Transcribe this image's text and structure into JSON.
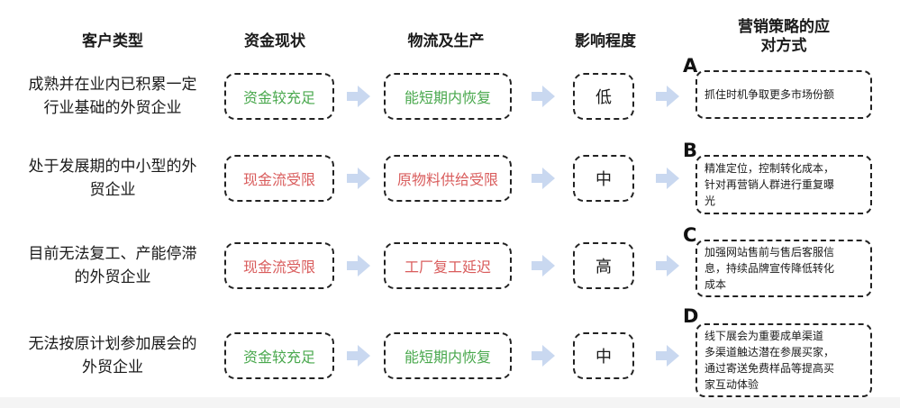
{
  "headers": {
    "customer_type": "客户类型",
    "capital_status": "资金现状",
    "logistics_production": "物流及生产",
    "impact_level": "影响程度",
    "strategy": "营销策略的应\n对方式"
  },
  "rows": [
    {
      "customer_type": "成熟并在业内已积累一定\n行业基础的外贸企业",
      "capital": "资金较充足",
      "capital_tone": "green",
      "logistics": "能短期内恢复",
      "logistics_tone": "green",
      "impact": "低",
      "letter": "A",
      "strategy": "抓住时机争取更多市场份额"
    },
    {
      "customer_type": "处于发展期的中小型的外\n贸企业",
      "capital": "现金流受限",
      "capital_tone": "red",
      "logistics": "原物料供给受限",
      "logistics_tone": "red",
      "impact": "中",
      "letter": "B",
      "strategy": "精准定位，控制转化成本，\n针对再营销人群进行重复曝\n光"
    },
    {
      "customer_type": "目前无法复工、产能停滞\n的外贸企业",
      "capital": "现金流受限",
      "capital_tone": "red",
      "logistics": "工厂复工延迟",
      "logistics_tone": "red",
      "impact": "高",
      "letter": "C",
      "strategy": "加强网站售前与售后客服信\n息，持续品牌宣传降低转化\n成本"
    },
    {
      "customer_type": "无法按原计划参加展会的\n外贸企业",
      "capital": "资金较充足",
      "capital_tone": "green",
      "logistics": "能短期内恢复",
      "logistics_tone": "green",
      "impact": "中",
      "letter": "D",
      "strategy": "线下展会为重要成单渠道\n多渠道触达潜在参展买家，\n通过寄送免费样品等提高买\n家互动体验"
    }
  ],
  "colors": {
    "green_text": "#49a84d",
    "red_text": "#d95c5c",
    "arrow": "#c9d8f0",
    "border": "#222222"
  },
  "icons": {
    "flow_arrow": "right-arrow-icon"
  }
}
